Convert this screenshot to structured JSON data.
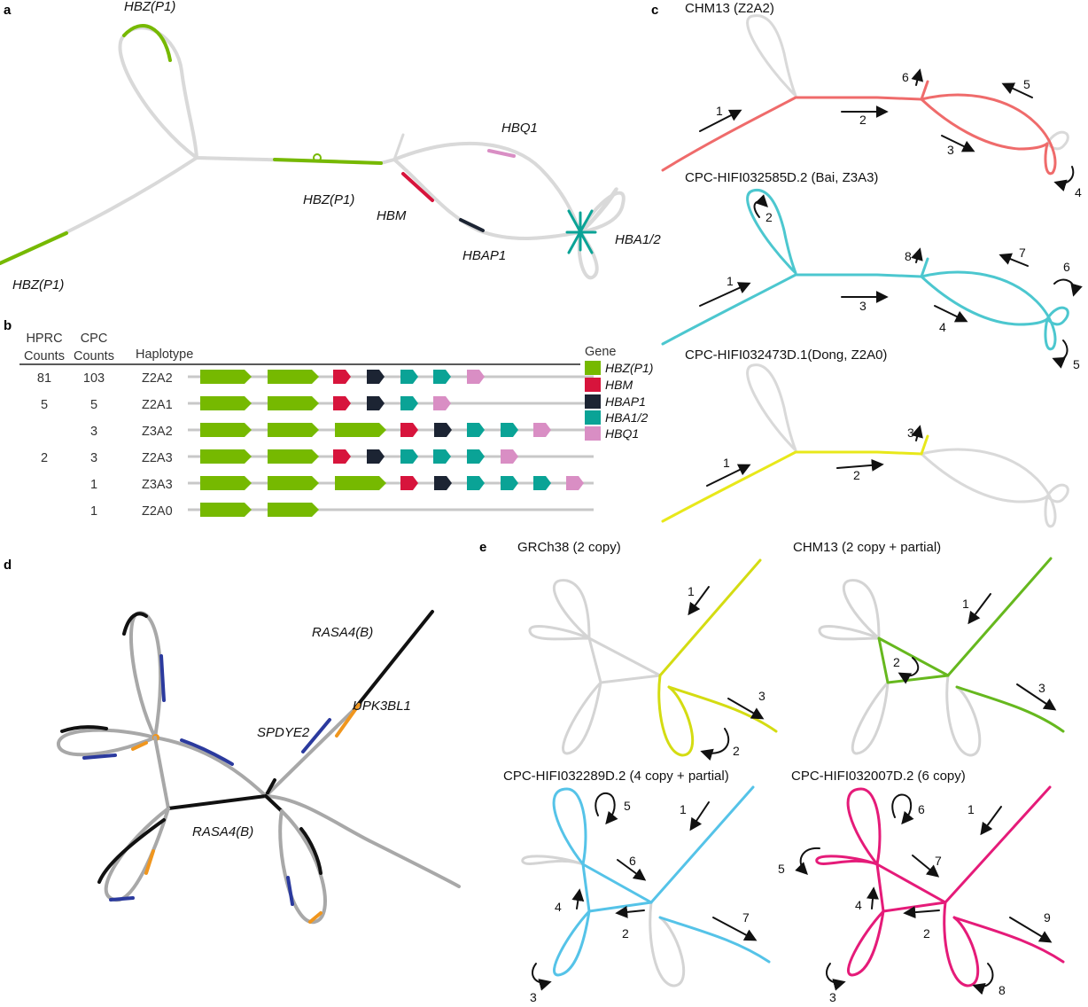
{
  "colors": {
    "gray": "#d9d9d9",
    "hbz": "#76b900",
    "hbm": "#d7143c",
    "hbap1": "#1c2433",
    "hba": "#0aa396",
    "hbq1": "#d98ec4",
    "coral": "#ef6b6b",
    "cyan": "#4cc7cf",
    "yellow": "#e8e81a",
    "lime": "#d4dc12",
    "green": "#66b81e",
    "skyblue": "#55c3e8",
    "magenta": "#e51b79",
    "dgray": "#a8a8a8",
    "black": "#111111",
    "navy": "#2b3a9e",
    "orange": "#f0961e"
  },
  "panels": {
    "a": {
      "letter": "a",
      "labels": [
        "HBZ(P1)",
        "HBZ(P1)",
        "HBZ(P1)",
        "HBQ1",
        "HBM",
        "HBAP1",
        "HBA1/2"
      ]
    },
    "b": {
      "letter": "b",
      "headers": {
        "hprc_line1": "HPRC",
        "hprc_line2": "Counts",
        "cpc_line1": "CPC",
        "cpc_line2": "Counts",
        "haplotype": "Haplotype"
      },
      "rows": [
        {
          "hprc": "81",
          "cpc": "103",
          "haplotype": "Z2A2"
        },
        {
          "hprc": "5",
          "cpc": "5",
          "haplotype": "Z2A1"
        },
        {
          "hprc": "",
          "cpc": "3",
          "haplotype": "Z3A2"
        },
        {
          "hprc": "2",
          "cpc": "3",
          "haplotype": "Z2A3"
        },
        {
          "hprc": "",
          "cpc": "1",
          "haplotype": "Z3A3"
        },
        {
          "hprc": "",
          "cpc": "1",
          "haplotype": "Z2A0"
        }
      ],
      "legend": {
        "title": "Gene",
        "items": [
          "HBZ(P1)",
          "HBM",
          "HBAP1",
          "HBA1/2",
          "HBQ1"
        ]
      }
    },
    "c": {
      "letter": "c",
      "titles": [
        "CHM13 (Z2A2)",
        "CPC-HIFI032585D.2 (Bai, Z3A3)",
        "CPC-HIFI032473D.1(Dong, Z2A0)"
      ]
    },
    "d": {
      "letter": "d",
      "labels": [
        "RASA4(B)",
        "UPK3BL1",
        "SPDYE2",
        "RASA4(B)"
      ]
    },
    "e": {
      "letter": "e",
      "titles": [
        "GRCh38 (2 copy)",
        "CHM13 (2 copy + partial)",
        "CPC-HIFI032289D.2 (4 copy + partial)",
        "CPC-HIFI032007D.2 (6 copy)"
      ]
    }
  }
}
